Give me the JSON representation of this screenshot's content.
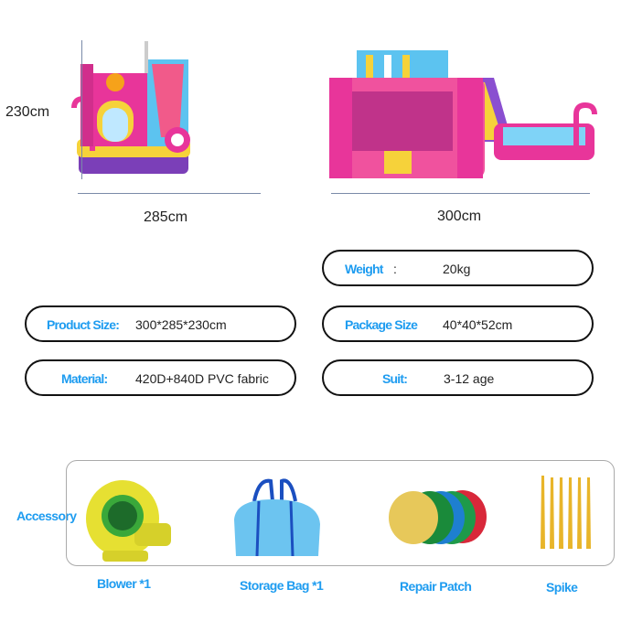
{
  "dimensions": {
    "height_label": "230cm",
    "width_left_label": "285cm",
    "width_right_label": "300cm"
  },
  "specs": {
    "weight": {
      "label": "Weight",
      "sep": ":",
      "value": "20kg"
    },
    "product_size": {
      "label": "Product Size:",
      "value": "300*285*230cm"
    },
    "package_size": {
      "label": "Package Size",
      "value": "40*40*52cm"
    },
    "material": {
      "label": "Material:",
      "value": "420D+840D PVC fabric"
    },
    "suit": {
      "label": "Suit:",
      "value": "3-12 age"
    }
  },
  "accessory": {
    "title": "Accessory",
    "items": [
      {
        "label": "Blower *1",
        "icon": "blower-icon"
      },
      {
        "label": "Storage Bag *1",
        "icon": "storage-bag-icon"
      },
      {
        "label": "Repair Patch",
        "icon": "repair-patch-icon"
      },
      {
        "label": "Spike",
        "icon": "spike-icon"
      }
    ]
  },
  "colors": {
    "label_blue": "#1e9cf0",
    "pink": "#e8359a",
    "yellow": "#f6d23a",
    "sky": "#5cc3f0"
  }
}
